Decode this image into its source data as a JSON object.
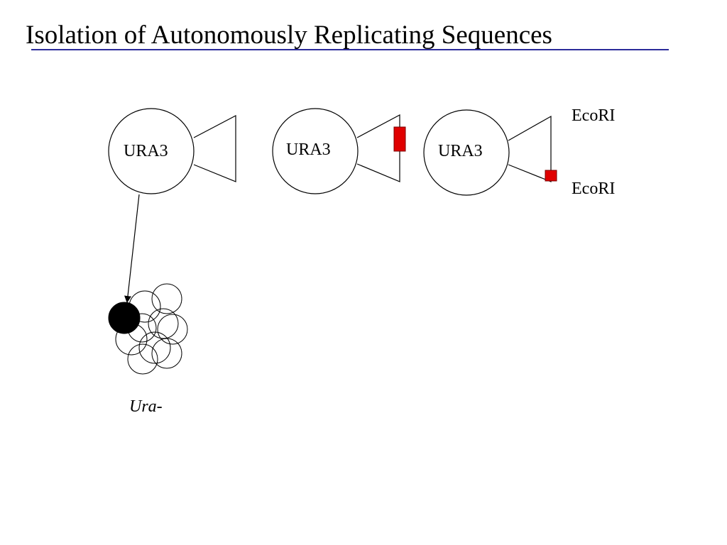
{
  "slide": {
    "title": "Isolation of Autonomously Replicating Sequences"
  },
  "plasmids": [
    {
      "label": "URA3",
      "insert": "none"
    },
    {
      "label": "URA3",
      "insert": "red-box"
    },
    {
      "label": "URA3",
      "insert": "small-red-box"
    }
  ],
  "restriction_sites": {
    "top": "EcoRI",
    "bottom": "EcoRI"
  },
  "cells": {
    "label": "Ura-"
  },
  "colors": {
    "title_underline": "#2b2b9a",
    "insert_fill": "#e00000",
    "insert_stroke": "#7a0000"
  }
}
